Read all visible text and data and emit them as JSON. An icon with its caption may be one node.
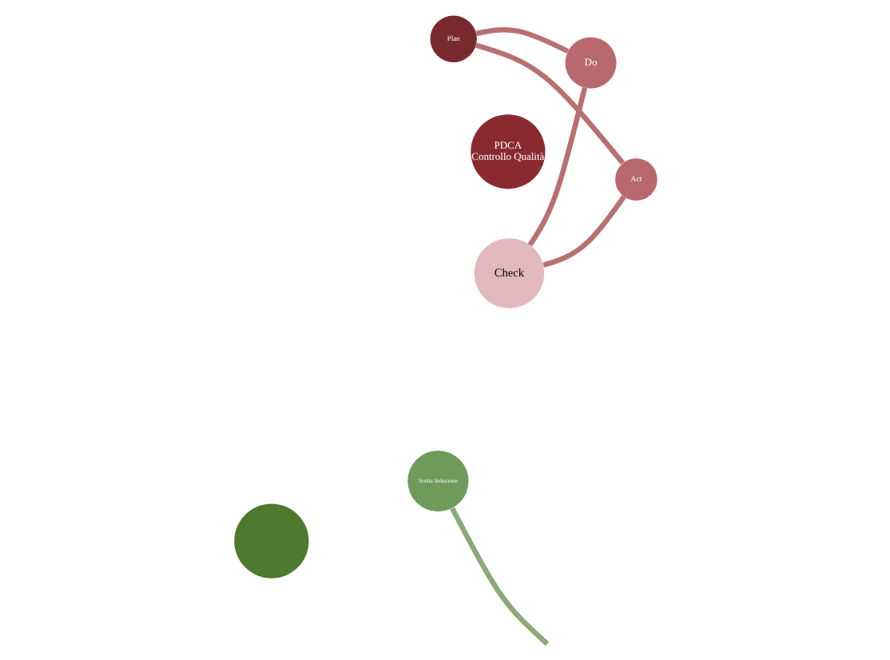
{
  "diagram": {
    "nodes": [
      {
        "text": [
          "Plan"
        ]
      },
      {
        "text": [
          "PDCA Controllo Qualità"
        ]
      },
      {
        "text": [
          "Act"
        ]
      },
      {
        "text": [
          "Do"
        ]
      },
      {
        "text": [
          "Check"
        ]
      },
      {
        "text": [
          "Scelta Soluzione"
        ]
      },
      {
        "text": [],
        "shape": "circle"
      }
    ],
    "edges": [
      {
        "from": 0,
        "to": 3,
        "arrow": "none"
      },
      {
        "from": 3,
        "to": 4,
        "arrow": "none"
      },
      {
        "from": 4,
        "to": 2,
        "arrow": "none"
      },
      {
        "from": 2,
        "to": 0,
        "arrow": "none"
      },
      {
        "from": 5,
        "to": null,
        "arrow": "none",
        "color": "#8aaa78"
      }
    ]
  }
}
